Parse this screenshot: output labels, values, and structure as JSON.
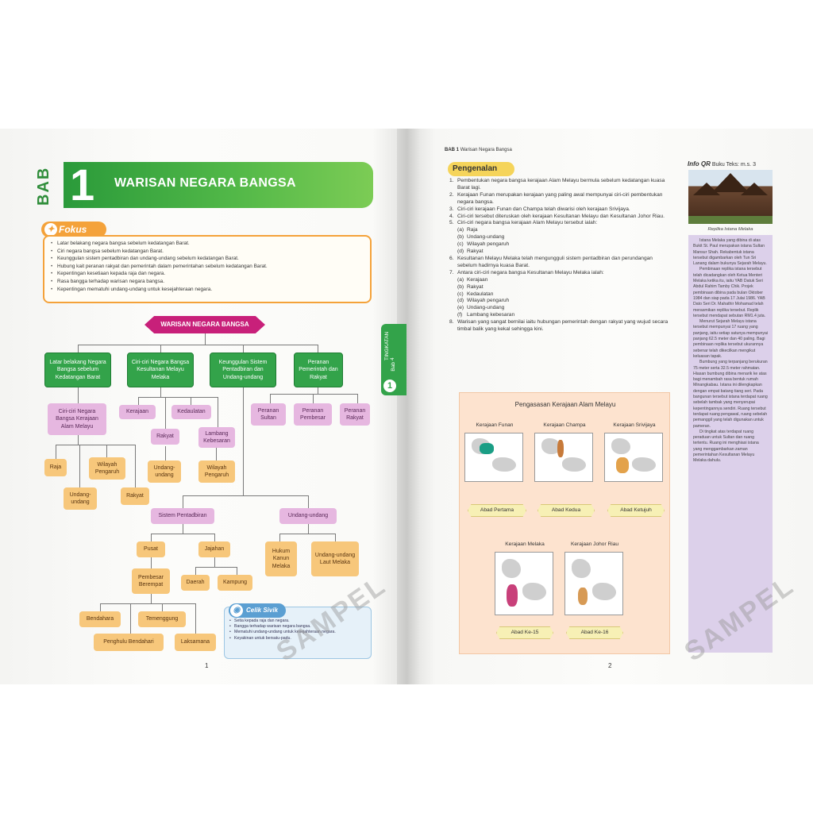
{
  "left_page": {
    "bab_label": "BAB",
    "chapter_number": "1",
    "chapter_title": "WARISAN NEGARA BANGSA",
    "fokus_label": "Fokus Bab",
    "fokus_items": [
      "Latar belakang negara bangsa sebelum kedatangan Barat.",
      "Ciri negara bangsa sebelum kedatangan Barat.",
      "Keunggulan sistem pentadbiran dan undang-undang sebelum kedatangan Barat.",
      "Hubung kait peranan rakyat dan pemerintah dalam pemerintahan sebelum kedatangan Barat.",
      "Kepentingan kesetiaan kepada raja dan negara.",
      "Rasa bangga terhadap warisan negara bangsa.",
      "Kepentingan mematuhi undang-undang untuk kesejahteraan negara."
    ],
    "mindmap": {
      "root": "WARISAN NEGARA BANGSA",
      "branches": [
        "Latar belakang Negara Bangsa sebelum Kedatangan Barat",
        "Ciri-ciri Negara Bangsa Kesultanan Melayu Melaka",
        "Keunggulan Sistem Pentadbiran dan Undang-undang",
        "Peranan Pemerintah dan Rakyat"
      ],
      "ciri_ciri_kerajaan": "Ciri-ciri Negara Bangsa Kerajaan Alam Melayu",
      "raja": "Raja",
      "wilayah_pengaruh_a": "Wilayah Pengaruh",
      "undang_undang_a": "Undang-undang",
      "rakyat_a": "Rakyat",
      "kerajaan": "Kerajaan",
      "kedaulatan": "Kedaulatan",
      "rakyat_b": "Rakyat",
      "lambang_kebesaran": "Lambang Kebesaran",
      "undang_undang_b": "Undang-undang",
      "wilayah_pengaruh_b": "Wilayah Pengaruh",
      "peranan_sultan": "Peranan Sultan",
      "peranan_pembesar": "Peranan Pembesar",
      "peranan_rakyat": "Peranan Rakyat",
      "sistem_pentadbiran": "Sistem Pentadbiran",
      "undang_undang_c": "Undang-undang",
      "pusat": "Pusat",
      "jajahan": "Jajahan",
      "pembesar_berempat": "Pembesar Berempat",
      "daerah": "Daerah",
      "kampung": "Kampung",
      "hukum_kanun": "Hukum Kanun Melaka",
      "undang_laut": "Undang-undang Laut Melaka",
      "bendahara": "Bendahara",
      "temenggung": "Temenggung",
      "penghulu_bendahari": "Penghulu Bendahari",
      "laksamana": "Laksamana"
    },
    "tab": {
      "tingkatan": "TINGKATAN 4",
      "bab": "Bab",
      "num": "1"
    },
    "civic_label": "Celik Sivik",
    "civic_items": [
      "Setia kepada raja dan negara.",
      "Bangga terhadap warisan negara bangsa.",
      "Mematuhi undang-undang untuk kesejahteraan negara.",
      "Keyakinan untuk bersatu-padu."
    ],
    "page_number": "1",
    "watermark": "SAMPEL"
  },
  "right_page": {
    "running_head_bold": "BAB 1",
    "running_head": "Warisan Negara Bangsa",
    "section_label": "Pengenalan",
    "items": [
      {
        "n": "1.",
        "text": "Pembentukan negara bangsa kerajaan Alam Melayu bermula sebelum kedatangan kuasa Barat lagi."
      },
      {
        "n": "2.",
        "text": "Kerajaan Funan merupakan kerajaan yang paling awal mempunyai ciri-ciri pembentukan negara bangsa."
      },
      {
        "n": "3.",
        "text": "Ciri-ciri kerajaan Funan dan Champa telah diwarisi oleh kerajaan Srivijaya."
      },
      {
        "n": "4.",
        "text": "Ciri-ciri tersebut diteruskan oleh kerajaan Kesultanan Melayu dan Kesultanan Johor Riau."
      },
      {
        "n": "5.",
        "text": "Ciri-ciri negara bangsa kerajaan Alam Melayu tersebut ialah:"
      }
    ],
    "item5_sub": [
      {
        "n": "(a)",
        "text": "Raja"
      },
      {
        "n": "(b)",
        "text": "Undang-undang"
      },
      {
        "n": "(c)",
        "text": "Wilayah pengaruh"
      },
      {
        "n": "(d)",
        "text": "Rakyat"
      }
    ],
    "item6": {
      "n": "6.",
      "text": "Kesultanan Melayu Melaka telah mengungguli sistem pentadbiran dan perundangan sebelum hadirnya kuasa Barat."
    },
    "item7": {
      "n": "7.",
      "text": "Antara ciri-ciri negara bangsa Kesultanan Melayu Melaka ialah:"
    },
    "item7_sub": [
      {
        "n": "(a)",
        "text": "Kerajaan"
      },
      {
        "n": "(b)",
        "text": "Rakyat"
      },
      {
        "n": "(c)",
        "text": "Kedaulatan"
      },
      {
        "n": "(d)",
        "text": "Wilayah pengaruh"
      },
      {
        "n": "(e)",
        "text": "Undang-undang"
      },
      {
        "n": "(f)",
        "text": "Lambang kebesaran"
      }
    ],
    "item8": {
      "n": "8.",
      "text": "Warisan yang sangat bernilai iaitu hubungan pemerintah dengan rakyat yang wujud secara timbal balik yang kekal sehingga kini."
    },
    "maps": {
      "title": "Pengasasan Kerajaan Alam Melayu",
      "funan": "Kerajaan Funan",
      "champa": "Kerajaan Champa",
      "srivijaya": "Kerajaan Srivijaya",
      "melaka": "Kerajaan Melaka",
      "johor": "Kerajaan Johor Riau",
      "era1": "Abad Pertama",
      "era2": "Abad Kedua",
      "era3": "Abad Ketujuh",
      "era4": "Abad Ke-15",
      "era5": "Abad Ke-16"
    },
    "info": {
      "label": "Info QR",
      "ref": "Buku Teks: m.s. 3",
      "caption": "Replika Istana Melaka",
      "paragraphs": [
        "Istana Melaka yang dibina di atas Bukit St. Paul merupakan istana Sultan Mansur Shah. Rekabentuk istana tersebut digambarkan oleh Tun Sri Lanang dalam bukunya Sejarah Melayu.",
        "Pembinaan replika istana tersebut telah dicadangkan oleh Ketua Menteri Melaka ketika itu, iaitu YAB Datuk Seri Abdul Rahim Tamby Chik. Projek pembinaan dibina pada bulan Oktober 1984 dan siap pada 17 Julai 1986. YAB Dato Seri Dr. Mahathir Mohamad telah merasmikan replika tersebut. Replik tersebut mendapat sebutan RM1.4 juta.",
        "Menurut Sejarah Melayu istana tersebut mempunyai 17 ruang yang panjang, iaitu setiap satunya mempunyai panjang 62.5 meter dan 40 paling. Bagi pembinaan replika tersebut ukurannya sebenar telah dikecilkan mengikut keluasan tapak.",
        "Bumbung yang terpanjang berukuran 75 meter serta 32.5 meter rahmatan. Hiasan bumbung dibina menarik ke atas bagi menambah rasa bentuk rumah Minangkabau. Istana ini dilengkapkan dengan empat batang tiang seri. Pada bangunan tersebut istana terdapat ruang sebelah tambak yang menyerupai kepentingannya sendiri. Ruang tersebut terdapat ruang pengawal, ruang sebelah pemanggil yang telah digunakan untuk pameran.",
        "Di tingkat atas terdapat ruang peraduan untuk Sultan dan ruang tertentu. Ruang ini menghiasi istana yang menggambarkan zaman pemerintahan Kesultanan Melayu Melaka dahulu."
      ]
    },
    "page_number": "2",
    "watermark": "SAMPEL"
  }
}
